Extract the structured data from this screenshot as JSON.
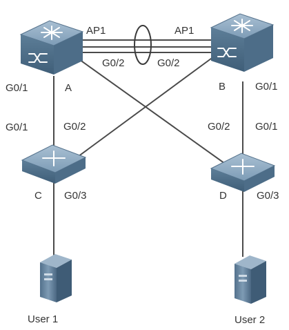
{
  "devices": {
    "A": {
      "name": "A",
      "type": "core-switch"
    },
    "B": {
      "name": "B",
      "type": "core-switch"
    },
    "C": {
      "name": "C",
      "type": "access-switch"
    },
    "D": {
      "name": "D",
      "type": "access-switch"
    }
  },
  "hosts": {
    "user1": {
      "name": "User 1"
    },
    "user2": {
      "name": "User 2"
    }
  },
  "links": {
    "aggregate": {
      "left_port": "AP1",
      "right_port": "AP1"
    },
    "a_b_inner": {
      "a_port": "G0/2",
      "b_port": "G0/2"
    },
    "a_c": {
      "a_port": "G0/1",
      "c_port": "G0/1"
    },
    "b_d": {
      "b_port": "G0/1",
      "d_port": "G0/1"
    },
    "b_c": {
      "c_port": "G0/2"
    },
    "a_d": {
      "d_port": "G0/2"
    },
    "c_user1": {
      "c_port": "G0/3"
    },
    "d_user2": {
      "d_port": "G0/3"
    }
  },
  "colors": {
    "switch_top": "#6f8fa8",
    "switch_side": "#4a6a85",
    "link": "#4a4a4a",
    "text": "#333333"
  }
}
